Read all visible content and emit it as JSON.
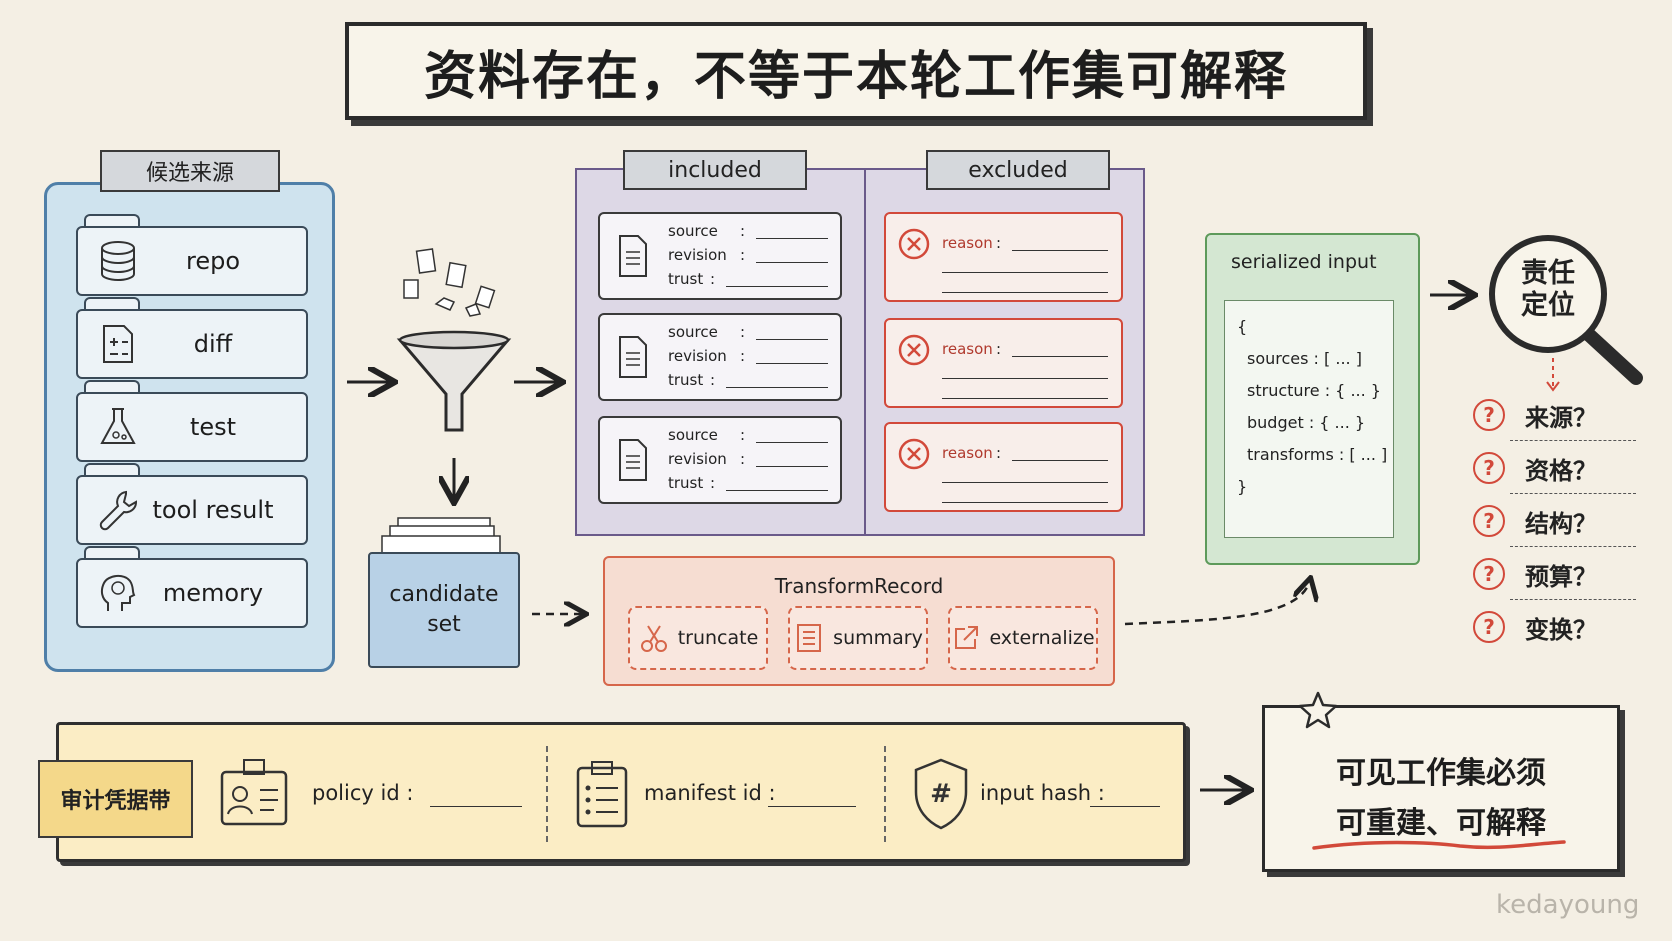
{
  "title": "资料存在，不等于本轮工作集可解释",
  "sources": {
    "label": "候选来源",
    "items": [
      {
        "label": "repo",
        "icon": "database-icon"
      },
      {
        "label": "diff",
        "icon": "diff-doc-icon"
      },
      {
        "label": "test",
        "icon": "flask-icon"
      },
      {
        "label": "tool result",
        "icon": "wrench-icon"
      },
      {
        "label": "memory",
        "icon": "head-brain-icon"
      }
    ]
  },
  "candidate_set": {
    "line1": "candidate",
    "line2": "set"
  },
  "included": {
    "label": "included",
    "cards": [
      {
        "source": "source",
        "revision": "revision",
        "trust": "trust"
      },
      {
        "source": "source",
        "revision": "revision",
        "trust": "trust"
      },
      {
        "source": "source",
        "revision": "revision",
        "trust": "trust"
      }
    ]
  },
  "excluded": {
    "label": "excluded",
    "cards": [
      {
        "reason": "reason"
      },
      {
        "reason": "reason"
      },
      {
        "reason": "reason"
      }
    ]
  },
  "transform_record": {
    "title": "TransformRecord",
    "actions": [
      {
        "label": "truncate",
        "icon": "scissors-icon"
      },
      {
        "label": "summary",
        "icon": "summary-list-icon"
      },
      {
        "label": "externalize",
        "icon": "external-link-icon"
      }
    ]
  },
  "serialized_input": {
    "label": "serialized input",
    "lines": [
      "{",
      "sources : [ ... ]",
      "structure : { ... }",
      "budget : { ... }",
      "transforms : [ ... ]",
      "}"
    ]
  },
  "responsibility": {
    "line1": "责任",
    "line2": "定位"
  },
  "questions": [
    "来源？",
    "资格？",
    "结构？",
    "预算？",
    "变换？"
  ],
  "audit": {
    "tag": "审计凭据带",
    "fields": [
      {
        "label": "policy id :",
        "icon": "id-badge-icon"
      },
      {
        "label": "manifest id :",
        "icon": "clipboard-list-icon"
      },
      {
        "label": "input hash :",
        "icon": "hash-shield-icon"
      }
    ]
  },
  "conclusion": {
    "line1": "可见工作集必须",
    "line2": "可重建、可解释"
  },
  "watermark": "kedayoung",
  "colors": {
    "background": "#f4efe4",
    "source_blue": "#cfe3ee",
    "include_purple": "#ddd8e6",
    "exclude_red": "#d2493a",
    "transform_orange": "#d6664a",
    "serialized_green": "#d4e7d2",
    "audit_yellow": "#fbedc5"
  }
}
